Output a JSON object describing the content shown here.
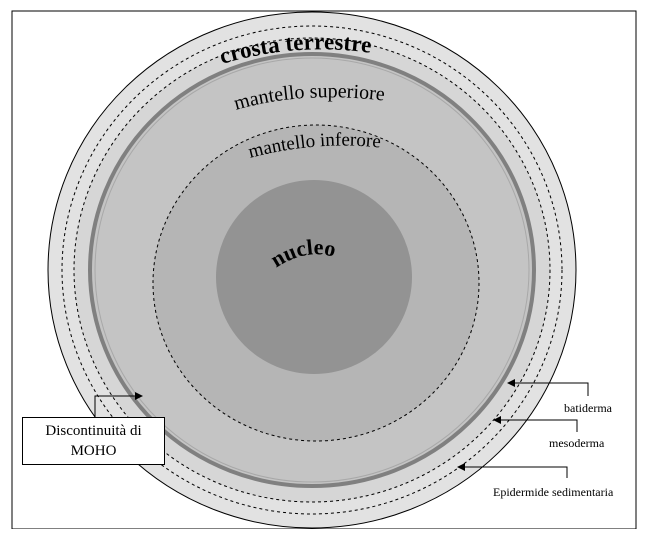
{
  "layers": {
    "crust": "crosta terrestre",
    "upper_mantle": "mantello superiore",
    "lower_mantle": "mantello inferore",
    "core": "nucleo"
  },
  "callouts": {
    "batiderma": "batiderma",
    "mesoderma": "mesoderma",
    "epidermide": "Epidermide sedimentaria"
  },
  "moho": {
    "line1": "Discontinuità di",
    "line2": "MOHO"
  },
  "colors": {
    "outer_crust": "#e2e2e2",
    "crust_band": "#d6d6d6",
    "upper_mantle": "#c4c4c4",
    "lower_mantle": "#b5b5b5",
    "core": "#939393",
    "moho_ring": "#808080"
  }
}
